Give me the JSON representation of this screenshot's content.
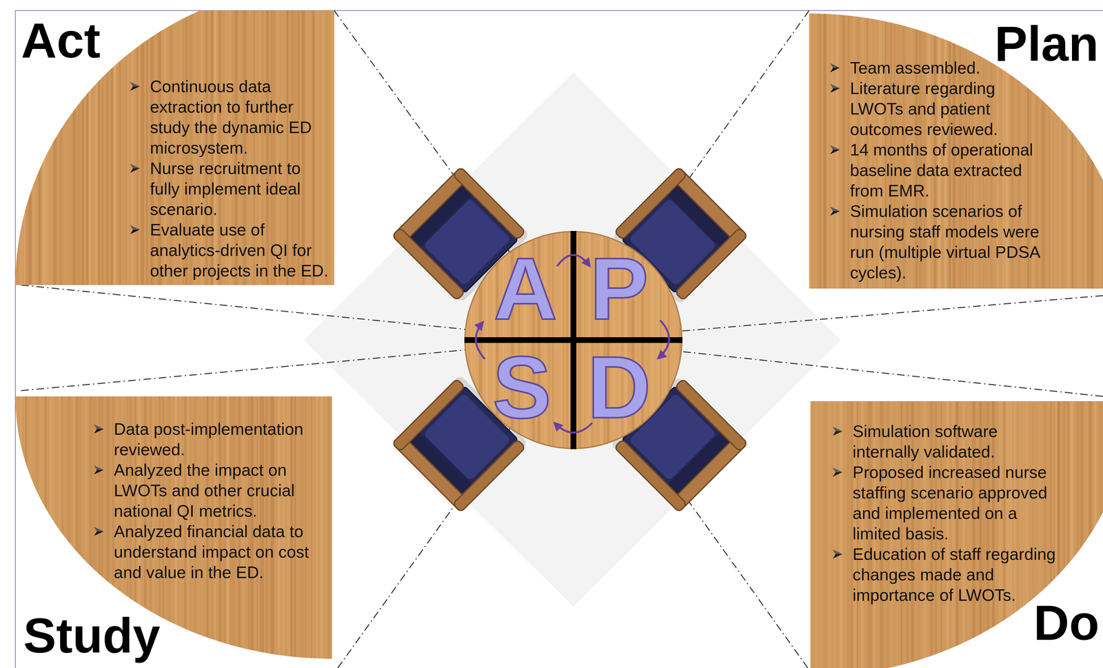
{
  "diagram": {
    "nodes": [
      {
        "text": [
          "Act",
          "Continuous data extraction to further study the dynamic ED microsystem.",
          "Nurse recruitment to fully implement ideal scenario.",
          "Evaluate use of analytics-driven QI for other projects in the ED."
        ]
      },
      {
        "text": [
          "Plan",
          "Team assembled.",
          "Literature regarding LWOTs and patient outcomes reviewed.",
          "14 months of operational baseline data extracted from EMR.",
          "Simulation scenarios of nursing staff models were run (multiple virtual PDSA cycles)."
        ]
      },
      {
        "text": [
          "A",
          "P",
          "S",
          "D"
        ]
      },
      {
        "text": [
          "Study",
          "Data post-implementation reviewed.",
          "Analyzed the impact on LWOTs and other crucial national QI metrics.",
          "Analyzed financial data to understand impact on cost and value in the ED."
        ]
      },
      {
        "text": [
          "Do",
          "Simulation software internally validated.",
          "Proposed increased nurse staffing scenario approved and implemented on a limited basis.",
          "Education of staff regarding changes made and importance of LWOTs."
        ]
      }
    ]
  }
}
